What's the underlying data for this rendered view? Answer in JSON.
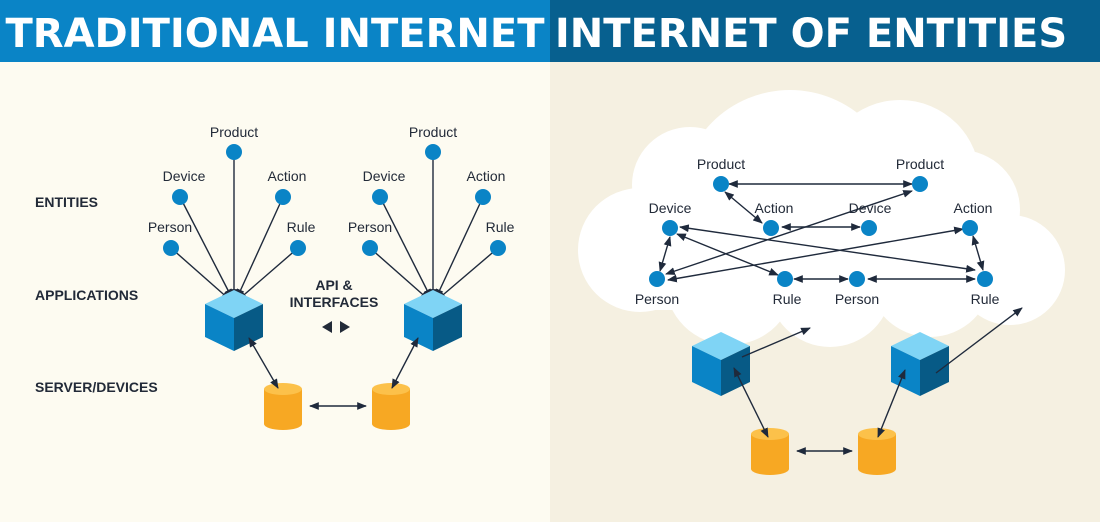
{
  "left": {
    "title": "TRADITIONAL INTERNET",
    "rows": {
      "entities": "ENTITIES",
      "applications": "APPLICATIONS",
      "servers": "SERVER/DEVICES"
    },
    "api_label_line1": "API &",
    "api_label_line2": "INTERFACES",
    "entity_labels": {
      "product": "Product",
      "device": "Device",
      "action": "Action",
      "person": "Person",
      "rule": "Rule"
    }
  },
  "right": {
    "title": "INTERNET OF ENTITIES",
    "entity_labels": {
      "product": "Product",
      "device": "Device",
      "action": "Action",
      "person": "Person",
      "rule": "Rule"
    }
  },
  "colors": {
    "left_header": "#0a84c6",
    "right_header": "#07608f",
    "left_bg": "#fdfbf1",
    "right_bg": "#f5f0e1",
    "entity_dot": "#0a84c6",
    "cube_front": "#0a84c6",
    "cylinder": "#f7a823"
  }
}
